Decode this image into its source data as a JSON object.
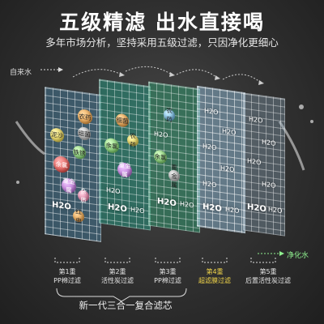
{
  "header": {
    "title": "五级精滤  出水直接喝",
    "subtitle": "多年市场分析，坚持采用五级过滤，只因净化更细心"
  },
  "flow": {
    "inlet": "自来水",
    "outlet": "净化水"
  },
  "panel1": {
    "contaminants": [
      "农药",
      "细菌",
      "泥沙",
      "铁锈",
      "余氯",
      "H2O",
      "重金属",
      "杂质",
      "红虫"
    ]
  },
  "panel2": {
    "contaminants": [
      "细菌",
      "余氯",
      "农药",
      "重金属",
      "H2O",
      "H2O",
      "H2O"
    ]
  },
  "panel3": {
    "contaminants": [
      "农药",
      "H2O",
      "余氯",
      "重金属",
      "H2O",
      "H2O"
    ]
  },
  "panel4": {
    "contaminants": [
      "H2O",
      "H2O",
      "H2O",
      "H2O",
      "H2O",
      "H2O",
      "H2O"
    ]
  },
  "panel5": {
    "contaminants": [
      "H2O",
      "H2O",
      "H2O",
      "H2O",
      "H2O",
      "H2O"
    ]
  },
  "layers": [
    {
      "stage": "第1重",
      "name": "PP棉过滤"
    },
    {
      "stage": "第2重",
      "name": "活性炭过滤"
    },
    {
      "stage": "第3重",
      "name": "PP棉过滤"
    },
    {
      "stage": "第4重",
      "name": "超滤膜过滤"
    },
    {
      "stage": "第5重",
      "name": "后置活性炭过滤"
    }
  ],
  "combo_note": "新一代三合一复合滤芯",
  "colors": {
    "highlight": "#f2d64a",
    "outlet": "#8ff08f"
  }
}
